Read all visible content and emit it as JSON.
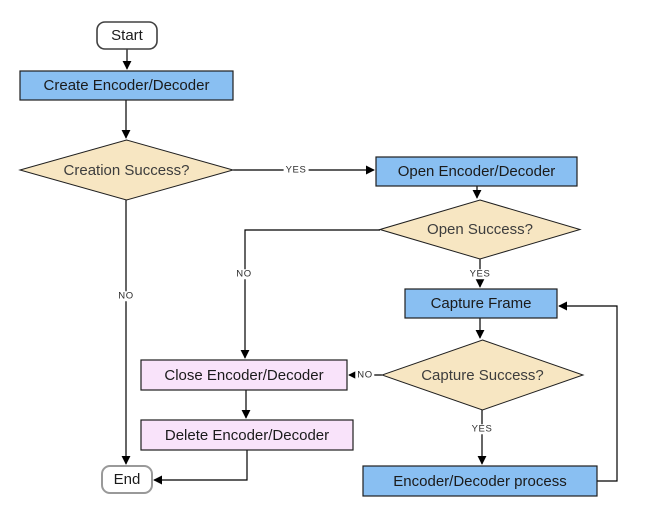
{
  "colors": {
    "process_fill": "#89BFF2",
    "decision_fill": "#F7E6C2",
    "cleanup_fill": "#F9E3FA",
    "terminal_fill": "#FFFFFF",
    "line": "#000000"
  },
  "nodes": {
    "start": {
      "label": "Start"
    },
    "create": {
      "label": "Create Encoder/Decoder"
    },
    "creation_q": {
      "label": "Creation Success?"
    },
    "open": {
      "label": "Open Encoder/Decoder"
    },
    "open_q": {
      "label": "Open Success?"
    },
    "capture": {
      "label": "Capture Frame"
    },
    "capture_q": {
      "label": "Capture Success?"
    },
    "process": {
      "label": "Encoder/Decoder process"
    },
    "close": {
      "label": "Close Encoder/Decoder"
    },
    "delete": {
      "label": "Delete Encoder/Decoder"
    },
    "end": {
      "label": "End"
    }
  },
  "edge_labels": {
    "creation_yes": "YES",
    "creation_no": "NO",
    "open_yes": "YES",
    "open_no": "NO",
    "capture_yes": "YES",
    "capture_no": "NO"
  }
}
